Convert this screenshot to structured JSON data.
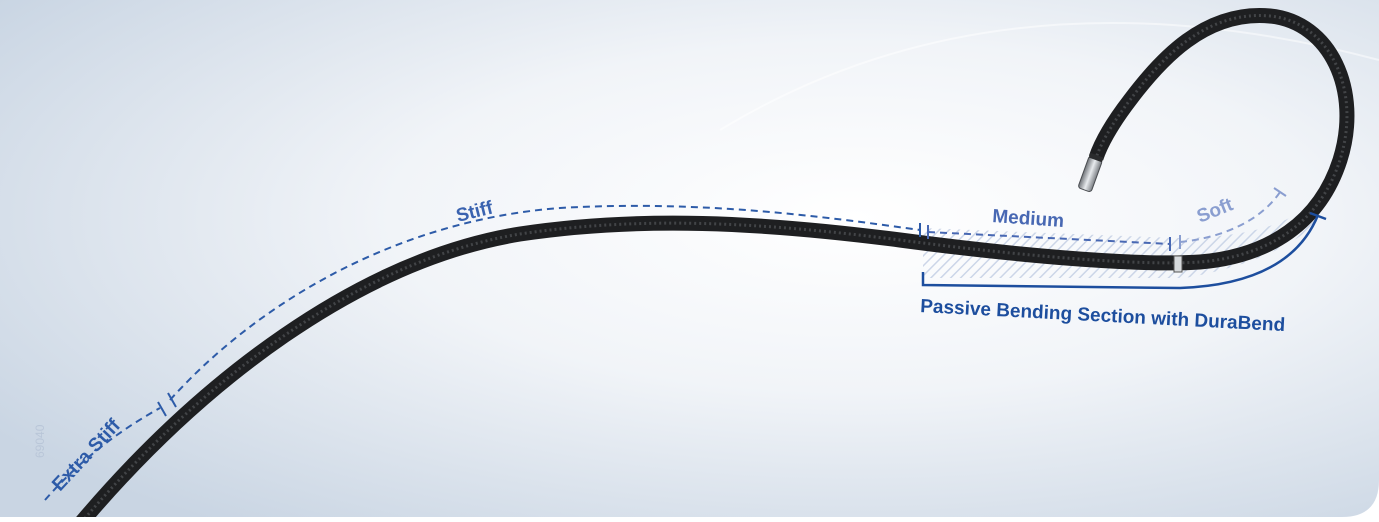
{
  "labels": {
    "extra_stiff": "Extra Stiff",
    "stiff": "Stiff",
    "medium": "Medium",
    "soft": "Soft",
    "passive_bending": "Passive Bending Section with DuraBend"
  },
  "image_code": "69040",
  "colors": {
    "label_blue": "#2d5ba8",
    "passive_blue": "#1d4e9e",
    "soft_blue": "#8a9ed0",
    "background": "#dde5ee",
    "scope_dark": "#222222"
  }
}
